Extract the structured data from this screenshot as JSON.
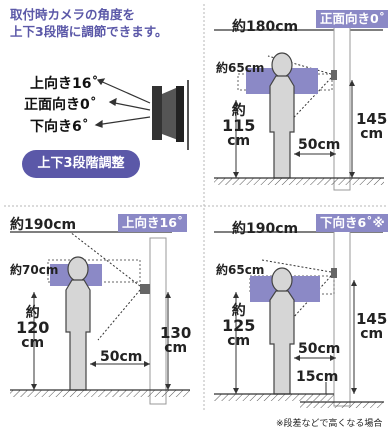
{
  "intro": {
    "line1": "取付時カメラの角度を",
    "line2": "上下3段階に調節できます。"
  },
  "angles": {
    "up": "上向き16˚",
    "front": "正面向き0˚",
    "down": "下向き6˚"
  },
  "adjust_badge": "上下3段階調整",
  "panels": {
    "front": {
      "tag": "正面向き0˚",
      "view_height": "約180cm",
      "face_height": "約65cm",
      "approx": "約",
      "eye_value": "115",
      "unit": "cm",
      "distance": "50cm",
      "mount_value": "145",
      "mount_unit": "cm"
    },
    "up": {
      "tag": "上向き16˚",
      "view_height": "約190cm",
      "face_height": "約70cm",
      "approx": "約",
      "eye_value": "120",
      "unit": "cm",
      "distance": "50cm",
      "mount_value": "130",
      "mount_unit": "cm"
    },
    "down": {
      "tag": "下向き6˚※",
      "view_height": "約190cm",
      "face_height": "約65cm",
      "approx": "約",
      "eye_value": "125",
      "unit": "cm",
      "distance": "50cm",
      "mount_value": "145",
      "mount_unit": "cm",
      "step": "15cm"
    }
  },
  "footnote": "※段差などで高くなる場合",
  "colors": {
    "accent": "#5b58a8",
    "tag_bg": "#8b89c6",
    "person": "#d6d6d6",
    "face_band": "#8b89c6"
  }
}
